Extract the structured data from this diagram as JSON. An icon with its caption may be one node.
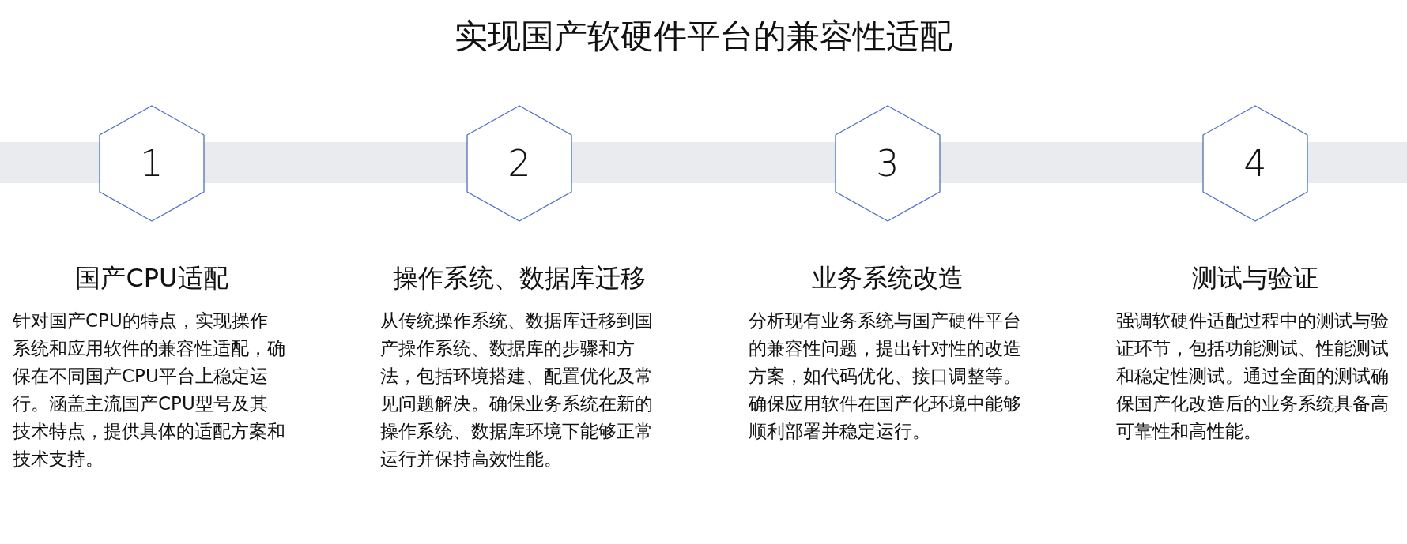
{
  "diagram": {
    "title": "实现国产软硬件平台的兼容性适配",
    "nodes": [
      {
        "text": [
          "1",
          "国产CPU适配",
          "针对国产CPU的特点，实现操作系统和应用软件的兼容性适配，确保在不同国产CPU平台上稳定运行。涵盖主流国产CPU型号及其技术特点，提供具体的适配方案和技术支持。"
        ]
      },
      {
        "text": [
          "2",
          "操作系统、数据库迁移",
          "从传统操作系统、数据库迁移到国产操作系统、数据库的步骤和方法，包括环境搭建、配置优化及常见问题解决。确保业务系统在新的操作系统、数据库环境下能够正常运行并保持高效性能。"
        ]
      },
      {
        "text": [
          "3",
          "业务系统改造",
          "分析现有业务系统与国产硬件平台的兼容性问题，提出针对性的改造方案，如代码优化、接口调整等。确保应用软件在国产化环境中能够顺利部署并稳定运行。"
        ]
      },
      {
        "text": [
          "4",
          "测试与验证",
          "强调软硬件适配过程中的测试与验证环节，包括功能测试、性能测试和稳定性测试。通过全面的测试确保国产化改造后的业务系统具备高可靠性和高性能。"
        ]
      }
    ]
  }
}
